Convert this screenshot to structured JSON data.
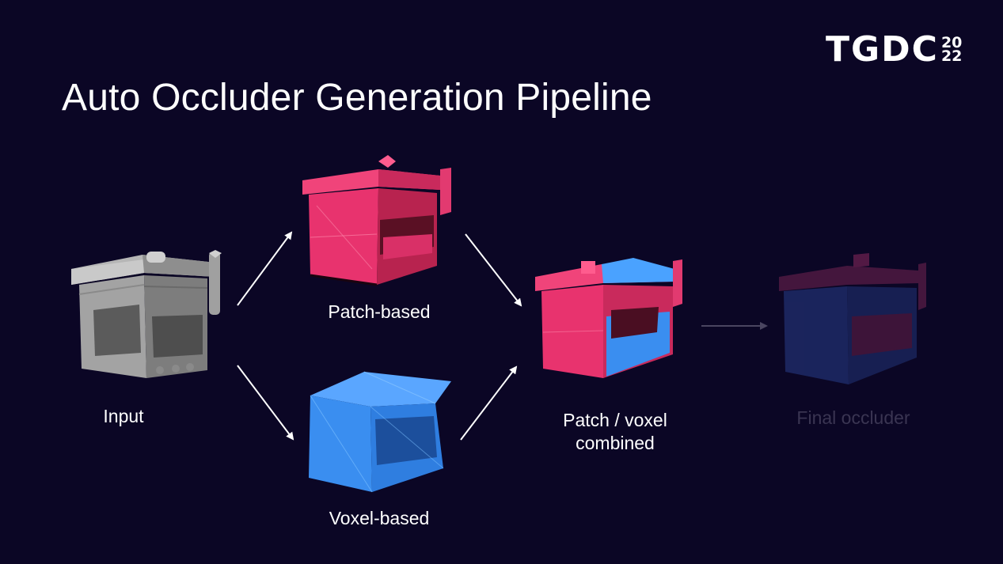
{
  "slide": {
    "title": "Auto Occluder Generation Pipeline",
    "logo": {
      "text": "TGDC",
      "year_top": "20",
      "year_bottom": "22"
    }
  },
  "diagram": {
    "nodes": [
      {
        "id": "input",
        "label": "Input",
        "style": "gray-model"
      },
      {
        "id": "patch",
        "label": "Patch-based",
        "style": "pink-mesh"
      },
      {
        "id": "voxel",
        "label": "Voxel-based",
        "style": "blue-mesh"
      },
      {
        "id": "combined",
        "label_line1": "Patch / voxel",
        "label_line2": "combined",
        "style": "pink-blue-mesh"
      },
      {
        "id": "final",
        "label": "Final occluder",
        "style": "dimmed"
      }
    ],
    "edges": [
      {
        "from": "input",
        "to": "patch"
      },
      {
        "from": "input",
        "to": "voxel"
      },
      {
        "from": "patch",
        "to": "combined"
      },
      {
        "from": "voxel",
        "to": "combined"
      },
      {
        "from": "combined",
        "to": "final",
        "style": "dimmed"
      }
    ]
  },
  "colors": {
    "background": "#0b0625",
    "patch": "#e8336e",
    "voxel": "#3a8ef0",
    "input": "#9b9b9b",
    "text": "#ffffff",
    "dim_text": "#3a3552"
  }
}
